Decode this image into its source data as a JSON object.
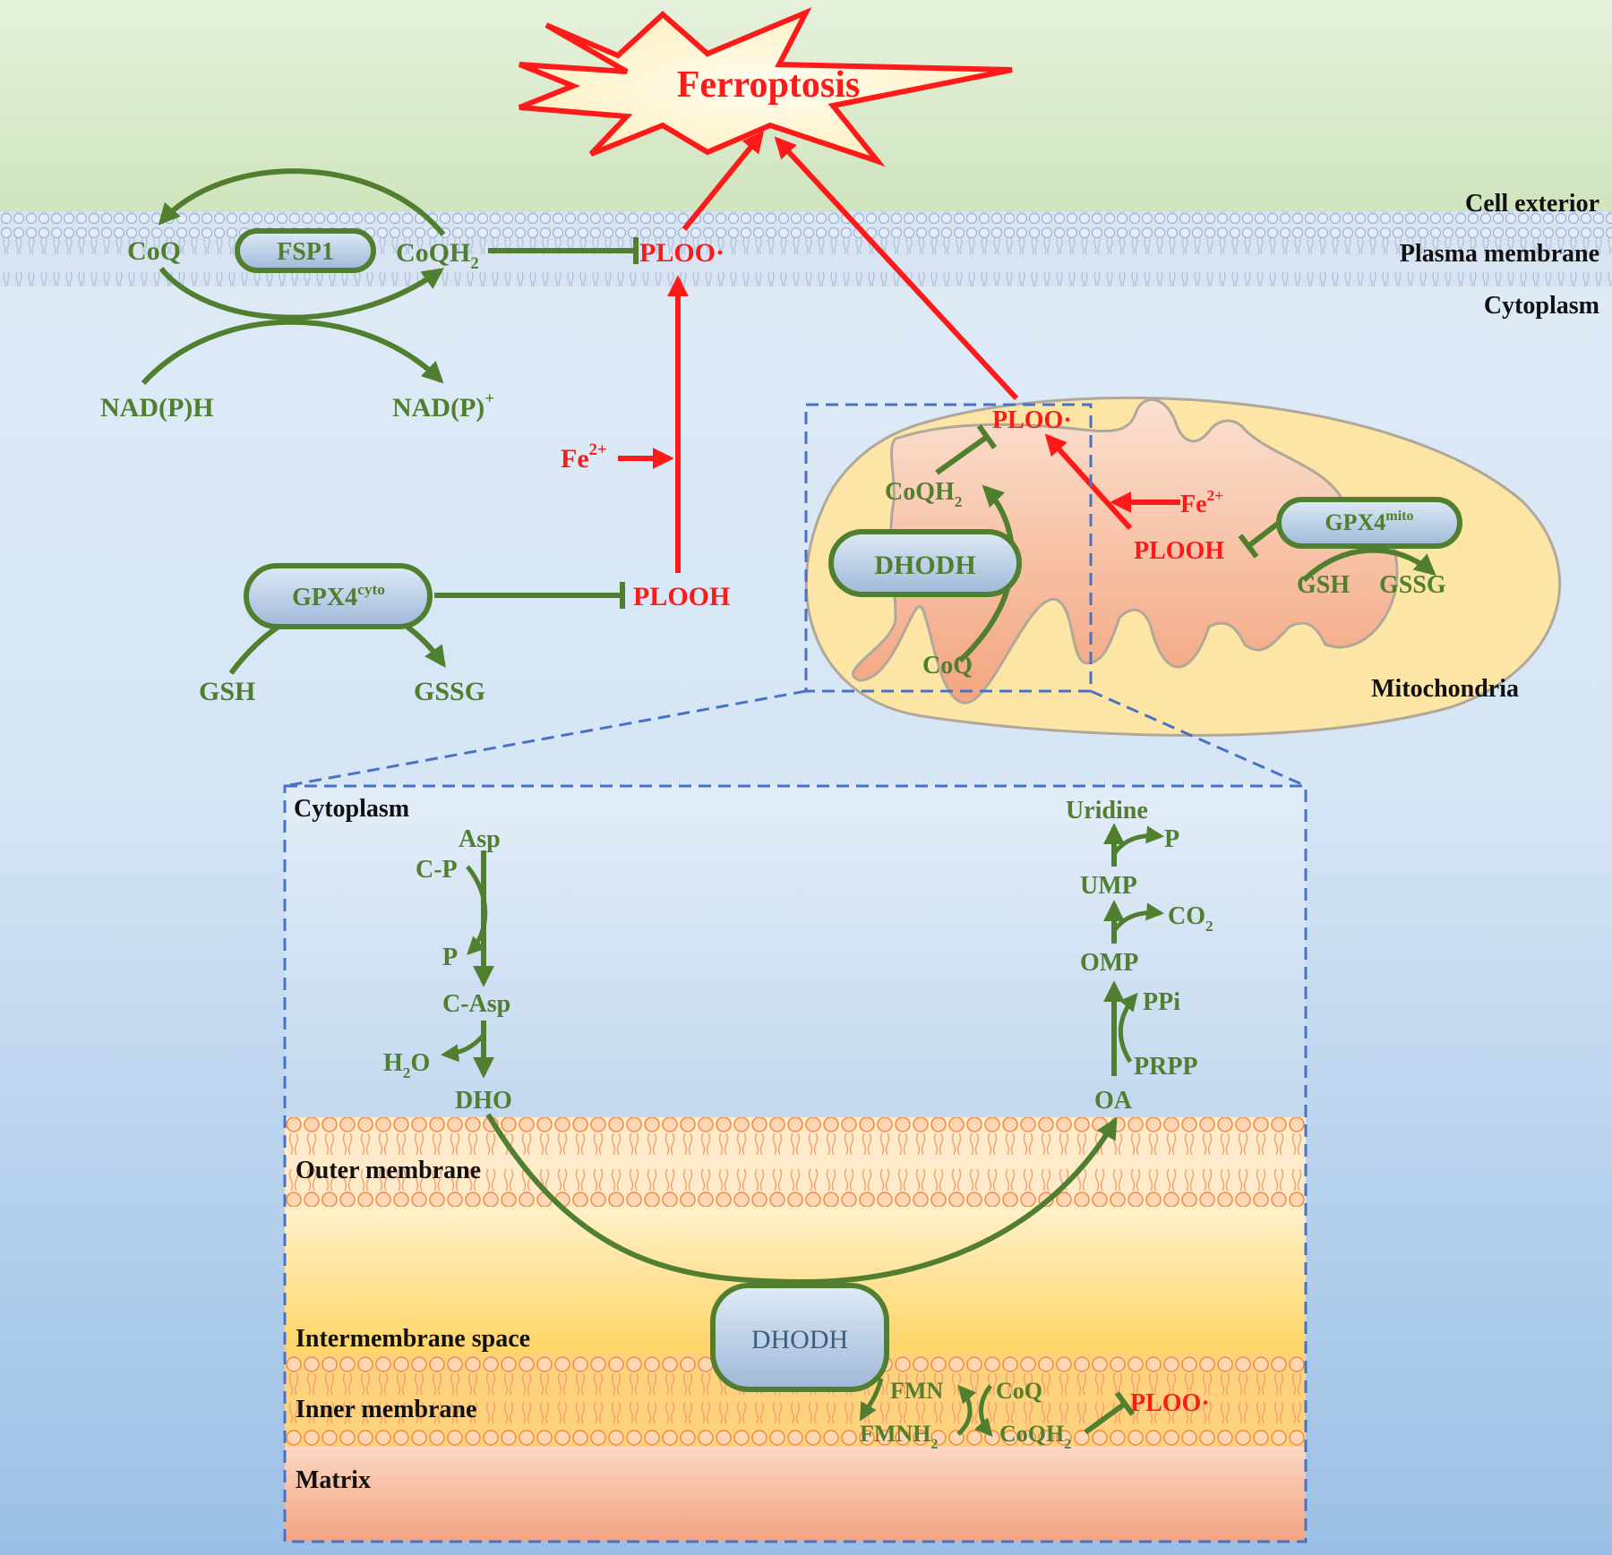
{
  "colors": {
    "green": "#4f7f2f",
    "red": "#ff1a1a",
    "dashed_blue": "#4a72c4",
    "exterior": "#d6e9c6",
    "cytoplasm_top": "#dfeaf6",
    "cytoplasm_bottom": "#9ec1e6",
    "mito_outer": "#fde5a6",
    "mito_inner": "#f4b08e",
    "plasma_membrane": "#d7e3f2",
    "mito_membrane": "#f39c5a"
  },
  "compartments": {
    "cell_exterior": "Cell exterior",
    "plasma_membrane": "Plasma membrane",
    "cytoplasm": "Cytoplasm",
    "mitochondria": "Mitochondria"
  },
  "ferroptosis": "Ferroptosis",
  "fsp1": {
    "enzyme": "FSP1",
    "coq": "CoQ",
    "coqh2_base": "CoQH",
    "coqh2_sub": "2",
    "nadph": "NAD(P)H",
    "nadp_base": "NAD(P)",
    "nadp_sup": "+"
  },
  "membrane_ploo": "PLOO·",
  "cyto_fe": {
    "base": "Fe",
    "sup": "2+"
  },
  "gpx4_cyto": {
    "enzyme_base": "GPX4",
    "enzyme_sup": "cyto",
    "plooh": "PLOOH",
    "gsh": "GSH",
    "gssg": "GSSG"
  },
  "mito": {
    "ploo": "PLOO·",
    "coqh2_base": "CoQH",
    "coqh2_sub": "2",
    "dhodh": "DHODH",
    "coq": "CoQ",
    "fe_base": "Fe",
    "fe_sup": "2+",
    "plooh": "PLOOH",
    "gpx4_base": "GPX4",
    "gpx4_sup": "mito",
    "gsh": "GSH",
    "gssg": "GSSG"
  },
  "inset": {
    "cytoplasm": "Cytoplasm",
    "outer_membrane": "Outer membrane",
    "intermembrane_space": "Intermembrane space",
    "inner_membrane": "Inner membrane",
    "matrix": "Matrix",
    "asp": "Asp",
    "cp": "C-P",
    "p1": "P",
    "c_asp": "C-Asp",
    "h2o_base": "H",
    "h2o_sub": "2",
    "h2o_end": "O",
    "dho": "DHO",
    "uridine": "Uridine",
    "p2": "P",
    "ump": "UMP",
    "co2_base": "CO",
    "co2_sub": "2",
    "omp": "OMP",
    "ppi": "PPi",
    "prpp": "PRPP",
    "oa": "OA",
    "dhodh": "DHODH",
    "fmn": "FMN",
    "fmnh2_base": "FMNH",
    "fmnh2_sub": "2",
    "coq": "CoQ",
    "coqh2_base": "CoQH",
    "coqh2_sub": "2",
    "ploo": "PLOO·"
  }
}
